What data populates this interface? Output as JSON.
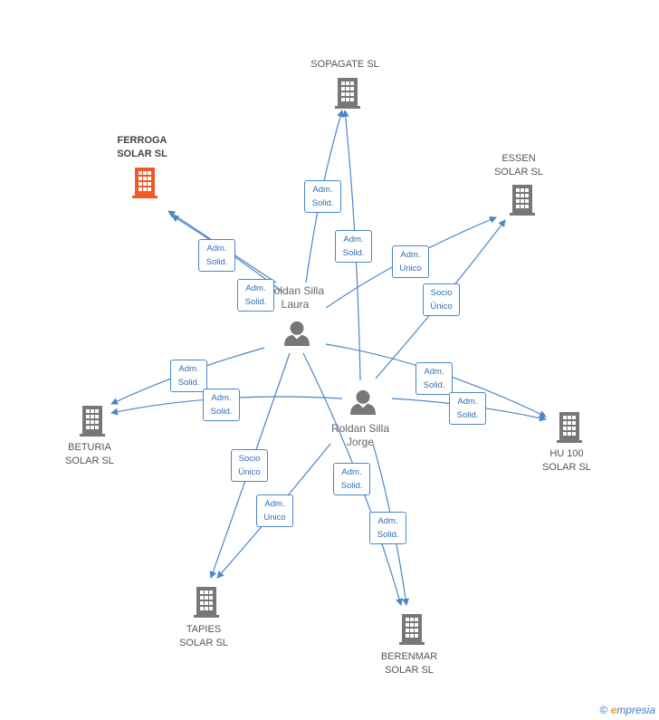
{
  "companies": {
    "sopagate": {
      "label": "SOPAGATE SL",
      "icon": "building-icon",
      "color": "#777777"
    },
    "ferroga": {
      "label": "FERROGA\nSOLAR SL",
      "icon": "building-icon",
      "color": "#ee5a2a"
    },
    "essen": {
      "label": "ESSEN\nSOLAR SL",
      "icon": "building-icon",
      "color": "#777777"
    },
    "beturia": {
      "label": "BETURIA\nSOLAR SL",
      "icon": "building-icon",
      "color": "#777777"
    },
    "hu100": {
      "label": "HU 100\nSOLAR SL",
      "icon": "building-icon",
      "color": "#777777"
    },
    "tapies": {
      "label": "TAPIES\nSOLAR SL",
      "icon": "building-icon",
      "color": "#777777"
    },
    "berenmar": {
      "label": "BERENMAR\nSOLAR  SL",
      "icon": "building-icon",
      "color": "#777777"
    }
  },
  "persons": {
    "laura": {
      "label": "Roldan Silla\nLaura",
      "icon": "person-icon"
    },
    "jorge": {
      "label": "Roldan Silla\nJorge",
      "icon": "person-icon"
    }
  },
  "edges": {
    "laura_sopagate": "Adm.\nSolid.",
    "jorge_sopagate": "Adm.\nSolid.",
    "laura_ferroga_1": "Adm.\nSolid.",
    "laura_ferroga_2": "Adm.\nSolid.",
    "laura_essen": "Adm.\nUnico",
    "jorge_essen": "Socio\nÚnico",
    "laura_hu100": "Adm.\nSolid.",
    "jorge_hu100": "Adm.\nSolid.",
    "laura_beturia": "Adm.\nSolid.",
    "jorge_beturia": "Adm.\nSolid.",
    "laura_tapies": "Socio\nÚnico",
    "jorge_tapies": "Adm.\nUnico",
    "laura_berenmar": "Adm.\nSolid.",
    "jorge_berenmar": "Adm.\nSolid."
  },
  "footer": {
    "copyright": "©",
    "brand_initial": "e",
    "brand_rest": "mpresia"
  },
  "colors": {
    "edge": "#4a86c8",
    "building": "#777777",
    "focus_building": "#ee5a2a",
    "person": "#777777"
  }
}
